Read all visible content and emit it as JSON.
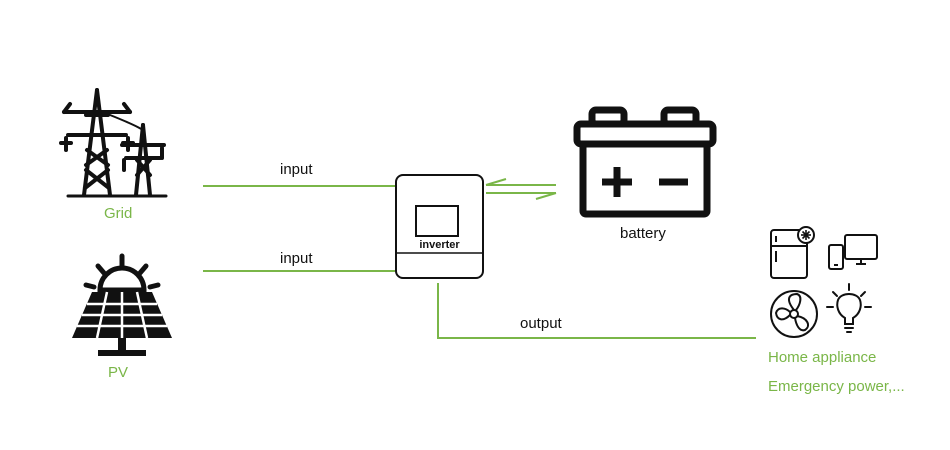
{
  "colors": {
    "accent": "#7ab648",
    "ink": "#111111"
  },
  "sources": {
    "grid": {
      "label": "Grid",
      "icon": "power-tower-icon"
    },
    "pv": {
      "label": "PV",
      "icon": "solar-panel-icon"
    }
  },
  "connections": {
    "grid_input": "input",
    "pv_input": "input",
    "output": "output"
  },
  "inverter": {
    "label": "inverter",
    "icon": "inverter-icon"
  },
  "battery": {
    "label": "battery",
    "icon": "battery-icon"
  },
  "loads": {
    "line1": "Home appliance",
    "line2": "Emergency power,...",
    "icons": [
      "refrigerator-icon",
      "computer-devices-icon",
      "fan-icon",
      "light-bulb-icon"
    ]
  }
}
